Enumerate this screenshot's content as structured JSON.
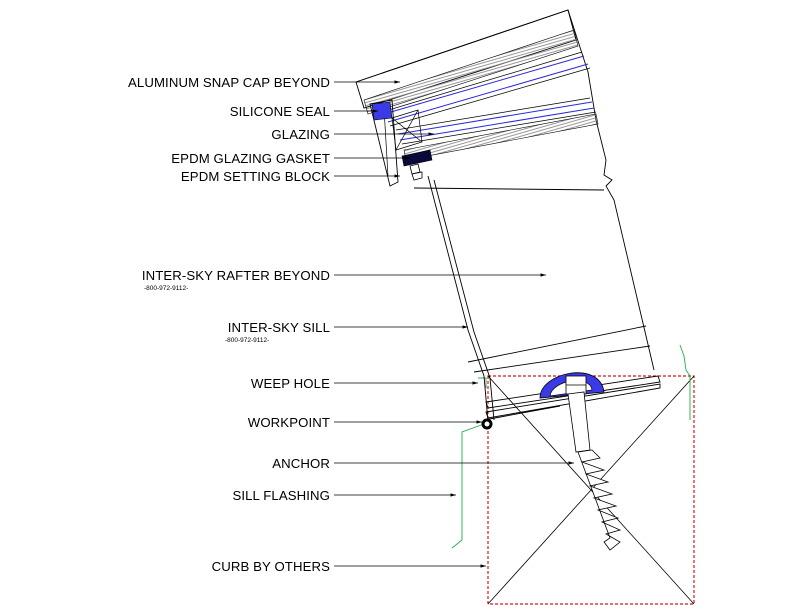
{
  "drawing": {
    "labels": {
      "snap_cap": "ALUMINUM SNAP CAP BEYOND",
      "silicone_seal": "SILICONE SEAL",
      "glazing": "GLAZING",
      "glazing_gasket": "EPDM GLAZING GASKET",
      "setting_block": "EPDM SETTING BLOCK",
      "rafter": "INTER-SKY RAFTER BEYOND",
      "rafter_phone": "-800-972-9112-",
      "sill": "INTER-SKY SILL",
      "sill_phone": "-800-972-9112-",
      "weep_hole": "WEEP HOLE",
      "workpoint": "WORKPOINT",
      "anchor": "ANCHOR",
      "sill_flashing": "SILL FLASHING",
      "curb": "CURB BY OTHERS"
    },
    "colors": {
      "line": "#000000",
      "glazing_blue": "#2a2ad8",
      "seal_fill": "#3a3ae6",
      "block_fill": "#0a0a3a",
      "curb_red": "#d81818",
      "flashing_green": "#20b04a",
      "wood_grain": "#8c8c8c"
    }
  }
}
